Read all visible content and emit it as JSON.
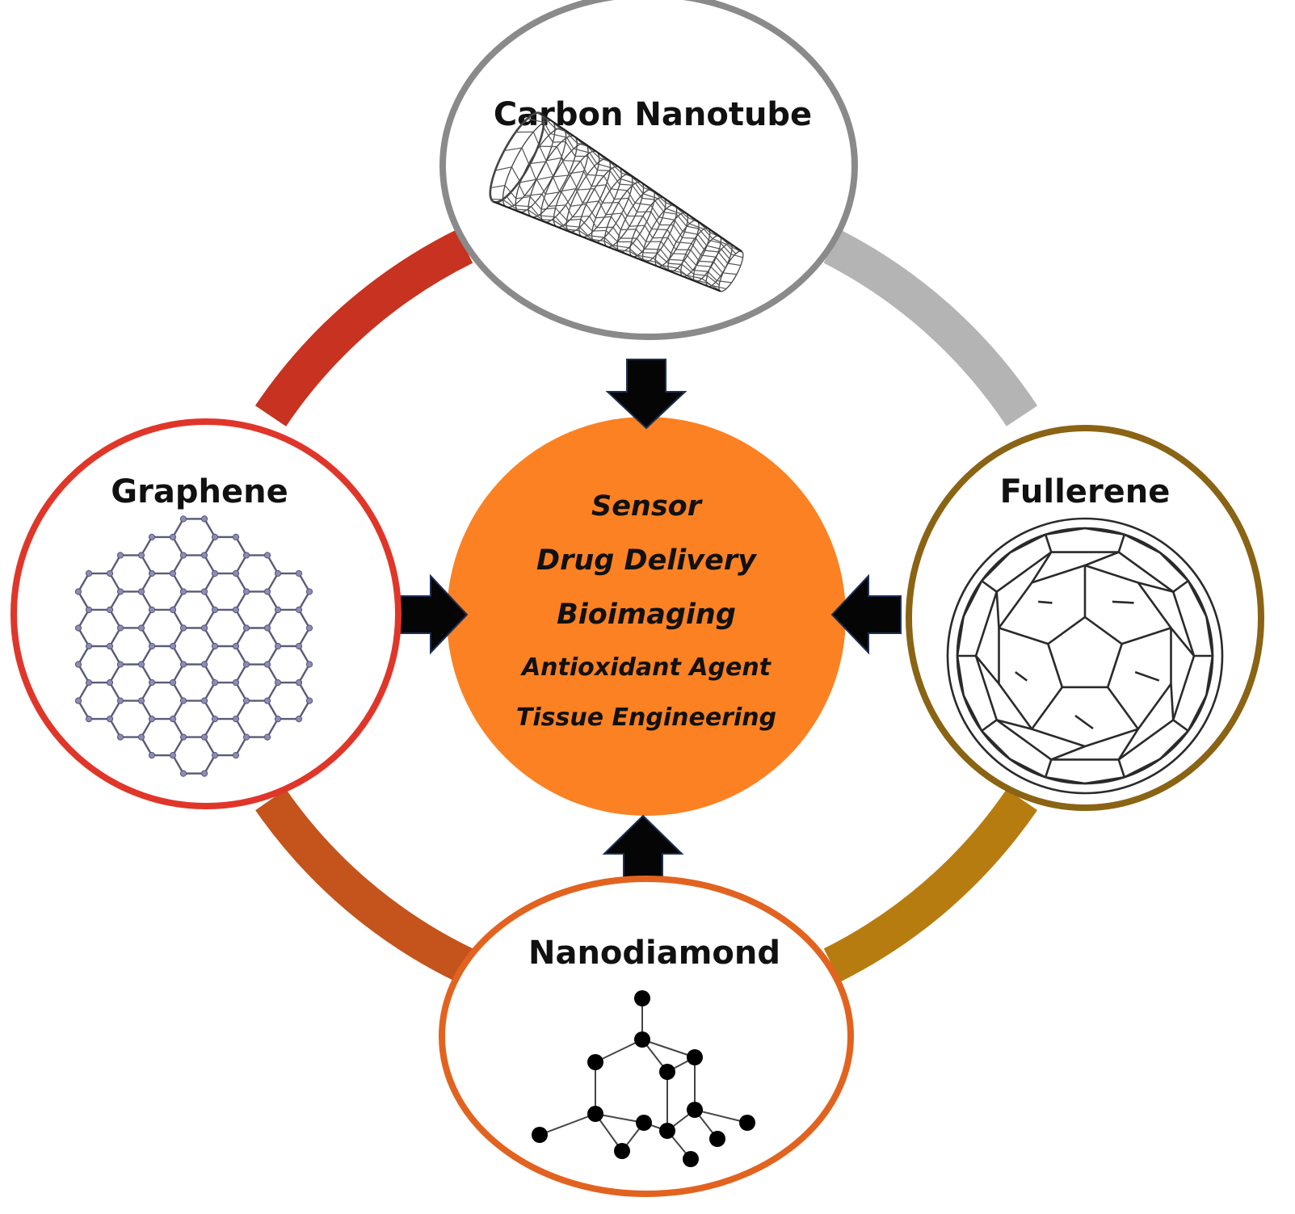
{
  "diagram": {
    "center": {
      "applications": [
        "Sensor",
        "Drug Delivery",
        "Bioimaging",
        "Antioxidant Agent",
        "Tissue Engineering"
      ],
      "fill_color": "#fb8123"
    },
    "nodes": {
      "carbon_nanotube": {
        "label": "Carbon Nanotube",
        "border_color": "#8a8a8a",
        "icon": "carbon-nanotube-icon"
      },
      "graphene": {
        "label": "Graphene",
        "border_color": "#e0362a",
        "icon": "graphene-lattice-icon"
      },
      "fullerene": {
        "label": "Fullerene",
        "border_color": "#8a6414",
        "icon": "fullerene-molecule-icon"
      },
      "nanodiamond": {
        "label": "Nanodiamond",
        "border_color": "#e2631f",
        "icon": "nanodiamond-structure-icon"
      }
    },
    "ring_colors": {
      "top_left": "#c83220",
      "top_right": "#b4b4b4",
      "bottom_left": "#c4531c",
      "bottom_right": "#b77c10"
    },
    "arrow_color": "#050505"
  }
}
